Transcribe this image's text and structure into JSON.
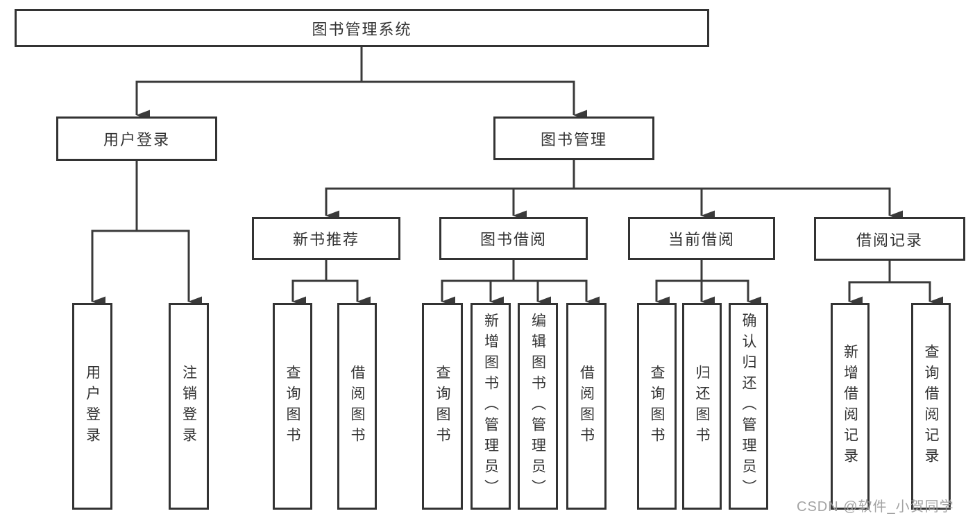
{
  "diagram": {
    "title": "图书管理系统",
    "type": "hierarchy-tree",
    "tree": {
      "label": "图书管理系统",
      "children": [
        {
          "label": "用户登录",
          "children": [
            {
              "label": "用户登录"
            },
            {
              "label": "注销登录"
            }
          ]
        },
        {
          "label": "图书管理",
          "children": [
            {
              "label": "新书推荐",
              "children": [
                {
                  "label": "查询图书"
                },
                {
                  "label": "借阅图书"
                }
              ]
            },
            {
              "label": "图书借阅",
              "children": [
                {
                  "label": "查询图书"
                },
                {
                  "label": "新增图书（管理员）"
                },
                {
                  "label": "编辑图书（管理员）"
                },
                {
                  "label": "借阅图书"
                }
              ]
            },
            {
              "label": "当前借阅",
              "children": [
                {
                  "label": "查询图书"
                },
                {
                  "label": "归还图书"
                },
                {
                  "label": "确认归还（管理员）"
                }
              ]
            },
            {
              "label": "借阅记录",
              "children": [
                {
                  "label": "新增借阅记录"
                },
                {
                  "label": "查询借阅记录"
                }
              ]
            }
          ]
        }
      ]
    },
    "colors": {
      "line": "#3a3a3a",
      "box_border": "#333333",
      "box_background": "#ffffff",
      "text": "#333333"
    }
  },
  "watermark": {
    "text": "CSDN @软件_小贺同学",
    "color": "#9c9c9c"
  }
}
